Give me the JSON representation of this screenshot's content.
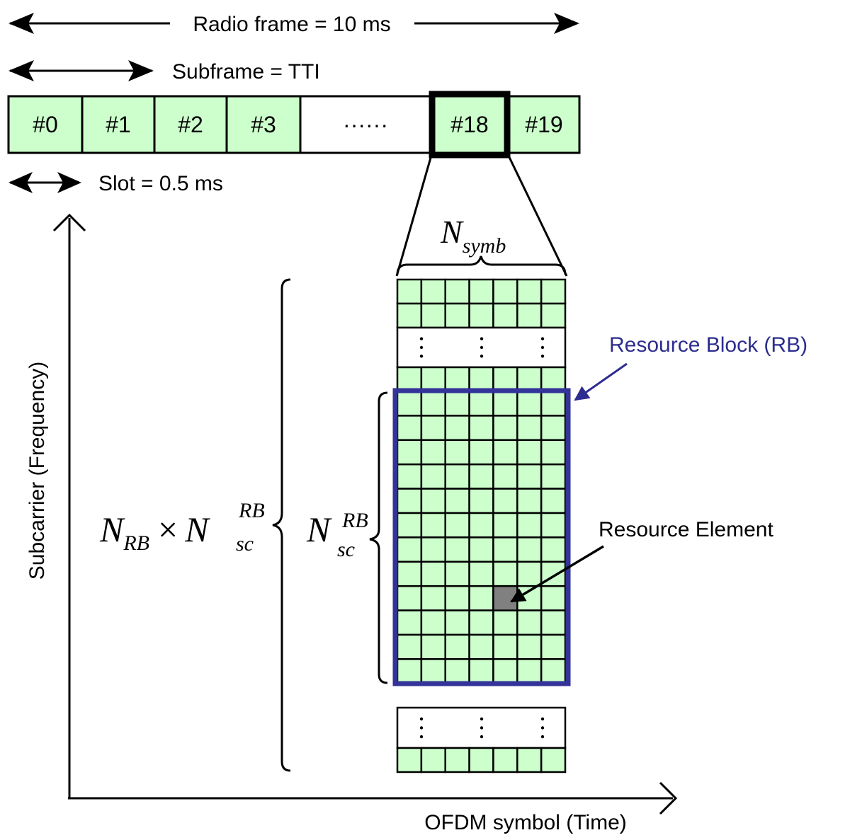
{
  "labels": {
    "radio_frame": "Radio frame = 10 ms",
    "subframe": "Subframe = TTI",
    "slot": "Slot = 0.5 ms",
    "resource_block": "Resource Block (RB)",
    "resource_element": "Resource Element",
    "y_axis": "Subcarrier (Frequency)",
    "x_axis": "OFDM symbol (Time)"
  },
  "slots": [
    "#0",
    "#1",
    "#2",
    "#3",
    "······",
    "#18",
    "#19"
  ],
  "math": {
    "n_symb": {
      "base": "N",
      "sub": "symb"
    },
    "n_sc_rb": {
      "base": "N",
      "sub": "sc",
      "sup": "RB"
    },
    "total": {
      "n_rb_base": "N",
      "n_rb_sub": "RB",
      "times": "×",
      "n_sc_base": "N",
      "n_sc_sub": "sc",
      "n_sc_sup": "RB"
    }
  },
  "colors": {
    "cell_fill": "#ccffcc",
    "rb_border": "#33339a",
    "resource_element_fill": "#808080",
    "rb_label": "#2d2d8f"
  },
  "icons": [
    "double-arrow-icon",
    "bracket-icon",
    "arrow-icon"
  ]
}
